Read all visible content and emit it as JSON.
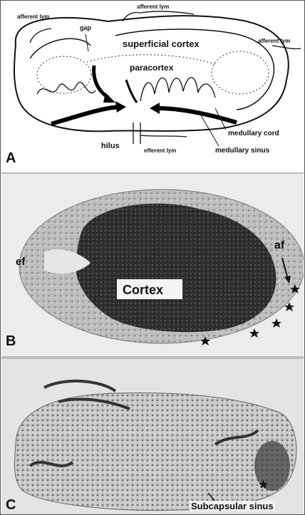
{
  "figure": {
    "panelA": {
      "letter": "A",
      "labels": {
        "afferent_top": "afferent lym",
        "afferent_left": "afferent lym",
        "afferent_right": "afferent lym",
        "gap": "gap",
        "superficial_cortex": "superficial cortex",
        "paracortex": "paracortex",
        "hilus": "hilus",
        "efferent": "efferent lym",
        "medullary_cord": "medullary cord",
        "medullary_sinus": "medullary sinus"
      }
    },
    "panelB": {
      "letter": "B",
      "labels": {
        "ef": "ef",
        "af": "af",
        "cortex": "Cortex"
      }
    },
    "panelC": {
      "letter": "C",
      "labels": {
        "asterisk": "*",
        "subcapsular_sinus": "Subcapsular sinus"
      }
    }
  }
}
